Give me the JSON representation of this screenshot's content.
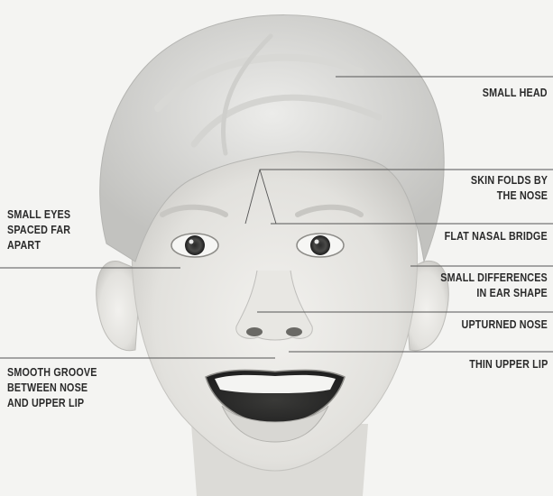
{
  "diagram": {
    "right_labels": [
      {
        "id": "small-head",
        "lines": [
          "SMALL HEAD"
        ]
      },
      {
        "id": "skin-folds",
        "lines": [
          "SKIN FOLDS BY",
          "THE NOSE"
        ]
      },
      {
        "id": "flat-nasal-bridge",
        "lines": [
          "FLAT NASAL BRIDGE"
        ]
      },
      {
        "id": "ear-shape",
        "lines": [
          "SMALL DIFFERENCES",
          "IN EAR SHAPE"
        ]
      },
      {
        "id": "upturned-nose",
        "lines": [
          "UPTURNED NOSE"
        ]
      },
      {
        "id": "thin-upper-lip",
        "lines": [
          "THIN UPPER LIP"
        ]
      }
    ],
    "left_labels": [
      {
        "id": "small-eyes",
        "lines": [
          "SMALL EYES",
          "SPACED FAR",
          "APART"
        ]
      },
      {
        "id": "smooth-groove",
        "lines": [
          "SMOOTH GROOVE",
          "BETWEEN NOSE",
          "AND UPPER LIP"
        ]
      }
    ]
  }
}
